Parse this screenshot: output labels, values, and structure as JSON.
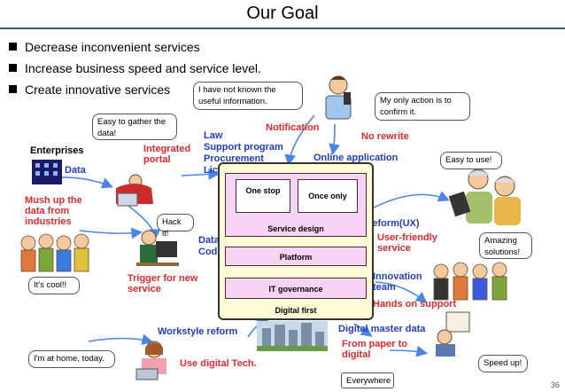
{
  "title": "Our Goal",
  "bullets": [
    "Decrease inconvenient services",
    "Increase business speed and service level.",
    "Create innovative services"
  ],
  "bubbles": {
    "unknown_info": "I have not known the useful information.",
    "only_action": "My only action is to confirm it.",
    "easy_gather": "Easy to gather the data!",
    "easy_use": "Easy to use!",
    "hack": "Hack it!",
    "amazing": "Amazing solutions!",
    "cool": "It's cool!!",
    "home": "I'm at home, today.",
    "speed": "Speed up!",
    "everywhere": "Everywhere"
  },
  "labels": {
    "enterprises": "Enterprises",
    "data": "Data",
    "mush": "Mush up the data from industries",
    "integrated": "Integrated portal",
    "law": "Law",
    "support": "Support program",
    "procurement": "Procurement",
    "license": "License",
    "notification": "Notification",
    "no_rewrite": "No rewrite",
    "online_app": "Online application",
    "web_reform": "Web reform(UX)",
    "user_friendly": "User-friendly service",
    "data_ref": "Data reference model",
    "code": "Code",
    "trigger": "Trigger for new service",
    "innovation": "Innovation team",
    "hands_on": "Hands on support",
    "workstyle": "Workstyle reform",
    "digital_master": "Digital master data",
    "paper_digital": "From paper to digital",
    "use_digital": "Use digital Tech."
  },
  "panel": {
    "one_stop": "One stop",
    "once_only": "Once only",
    "service_design": "Service design",
    "platform": "Platform",
    "it_governance": "IT governance",
    "digital_first": "Digital first"
  },
  "page_number": "36",
  "colors": {
    "accent_red": "#e8282c",
    "accent_blue": "#1f3cc8",
    "pink": "#f8d3f5",
    "panel": "#fffbd6",
    "rule": "#2f5597"
  },
  "icons": [
    "building-icon",
    "person-laptop-icon",
    "person-phone-icon",
    "elderly-couple-tablet-icon",
    "group-people-icon",
    "office-towers-icon",
    "worker-icon",
    "hacker-desk-icon",
    "team-people-icon"
  ]
}
